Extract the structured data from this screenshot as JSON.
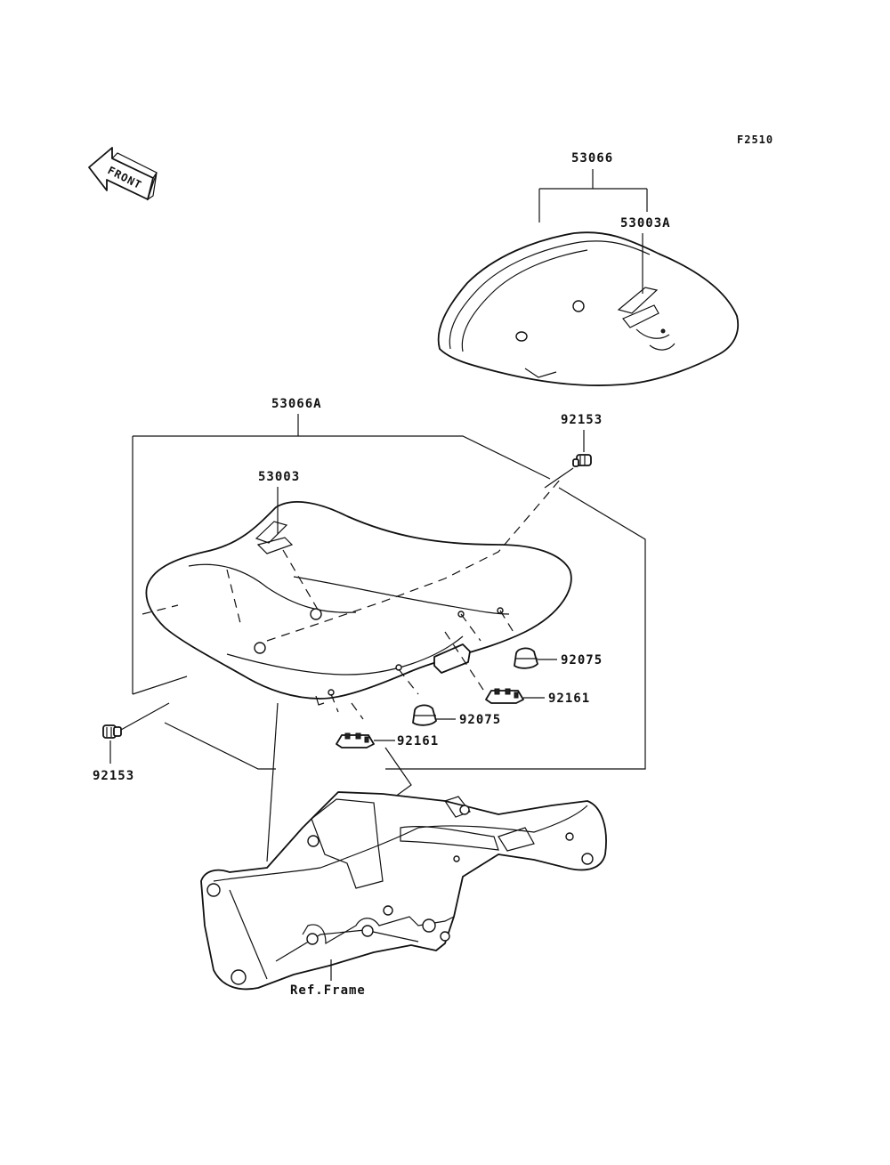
{
  "figure_code": "F2510",
  "front_arrow_label": "FRONT",
  "parts": {
    "rear_seat_assy": "53066",
    "rear_seat_band": "53003A",
    "front_seat_assy": "53066A",
    "front_seat_band": "53003",
    "bolt_right": "92153",
    "bolt_left": "92153",
    "damper_right": "92075",
    "damper_center": "92075",
    "clip_right": "92161",
    "clip_center": "92161",
    "frame_ref": "Ref.Frame"
  }
}
